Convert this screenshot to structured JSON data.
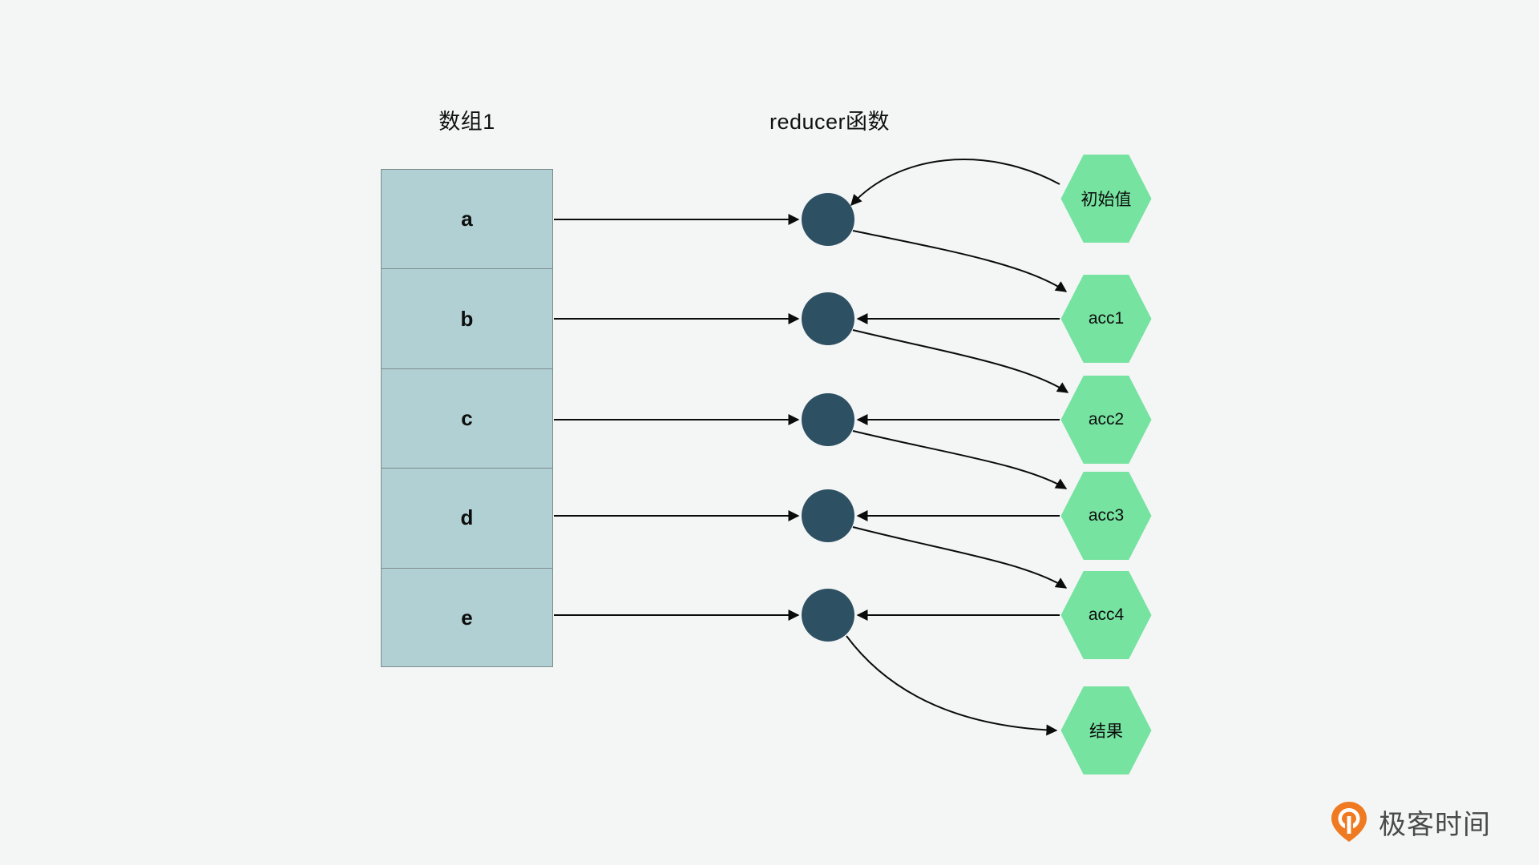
{
  "diagram": {
    "background_color": "#f4f6f6",
    "titles": {
      "array": "数组1",
      "reducer": "reducer函数"
    },
    "array": {
      "fill_color": "#b0d0d3",
      "border_color": "#7f8c8d",
      "cells": [
        {
          "label": "a"
        },
        {
          "label": "b"
        },
        {
          "label": "c"
        },
        {
          "label": "d"
        },
        {
          "label": "e"
        }
      ]
    },
    "reducer_nodes": {
      "color": "#2e5063",
      "count": 5,
      "items": [
        {
          "name": "reducer-step-1"
        },
        {
          "name": "reducer-step-2"
        },
        {
          "name": "reducer-step-3"
        },
        {
          "name": "reducer-step-4"
        },
        {
          "name": "reducer-step-5"
        }
      ]
    },
    "accumulators": {
      "fill_color": "#76e3a0",
      "items": [
        {
          "label": "初始值"
        },
        {
          "label": "acc1"
        },
        {
          "label": "acc2"
        },
        {
          "label": "acc3"
        },
        {
          "label": "acc4"
        },
        {
          "label": "结果"
        }
      ]
    },
    "watermark": {
      "text": "极客时间",
      "logo_color": "#ef7a21",
      "text_color": "#4a4a4a"
    }
  }
}
